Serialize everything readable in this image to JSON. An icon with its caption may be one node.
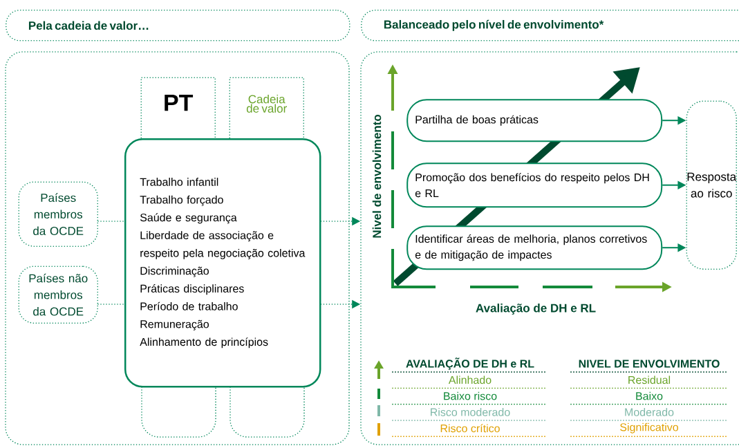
{
  "diagram": {
    "nodes": [
      {
        "text": [
          "Pela cadeia de valor…"
        ]
      },
      {
        "text": [
          "Balanceado pelo nível de envolvimento*"
        ]
      },
      {
        "text": [],
        "shape": "box"
      },
      {
        "text": [],
        "shape": "box"
      },
      {
        "text": [
          "PT"
        ],
        "in": 2
      },
      {
        "text": [
          "Cadeia de valor"
        ],
        "in": 2
      },
      {
        "text": [
          "Países membros da OCDE"
        ],
        "in": 2
      },
      {
        "text": [
          "Países não membros da OCDE"
        ],
        "in": 2
      },
      {
        "text": [
          "Trabalho infantil",
          "Trabalho forçado",
          "Saúde e segurança",
          "Liberdade de associação e respeito pela negociação coletiva",
          "Discriminação",
          "Práticas disciplinares",
          "Período de trabalho",
          "Remuneração",
          "Alinhamento de princípios"
        ],
        "in": 2
      },
      {
        "text": [
          "Partilha de boas práticas"
        ],
        "in": 3
      },
      {
        "text": [
          "Promoção dos benefícios do respeito pelos DH e RL"
        ],
        "in": 3
      },
      {
        "text": [
          "Identificar áreas de melhoria, planos corretivos e de mitigação de impactes"
        ],
        "in": 3
      },
      {
        "text": [
          "Resposta ao risco"
        ],
        "in": 3
      }
    ],
    "edges": [
      {
        "from": 6,
        "to": 8,
        "arrow": "none",
        "style": "dashed"
      },
      {
        "from": 8,
        "to": 3,
        "arrow": "to",
        "style": "dashed"
      },
      {
        "from": 7,
        "to": 8,
        "arrow": "none",
        "style": "dashed"
      },
      {
        "from": 8,
        "to": 3,
        "arrow": "to",
        "style": "dashed"
      },
      {
        "from": 9,
        "to": 12,
        "arrow": "to"
      },
      {
        "from": 10,
        "to": 12,
        "arrow": "to"
      },
      {
        "from": 11,
        "to": 12,
        "arrow": "to"
      }
    ],
    "labels": [
      "Nivel de envolvimento",
      "Avaliação de DH e RL",
      "AVALIAÇÃO DE DH e RL",
      "NIVEL DE ENVOLVIMENTO",
      "Alinhado",
      "Residual",
      "Baixo risco",
      "Baixo",
      "Risco moderado",
      "Moderado",
      "Risco crítico",
      "Significativo"
    ]
  }
}
